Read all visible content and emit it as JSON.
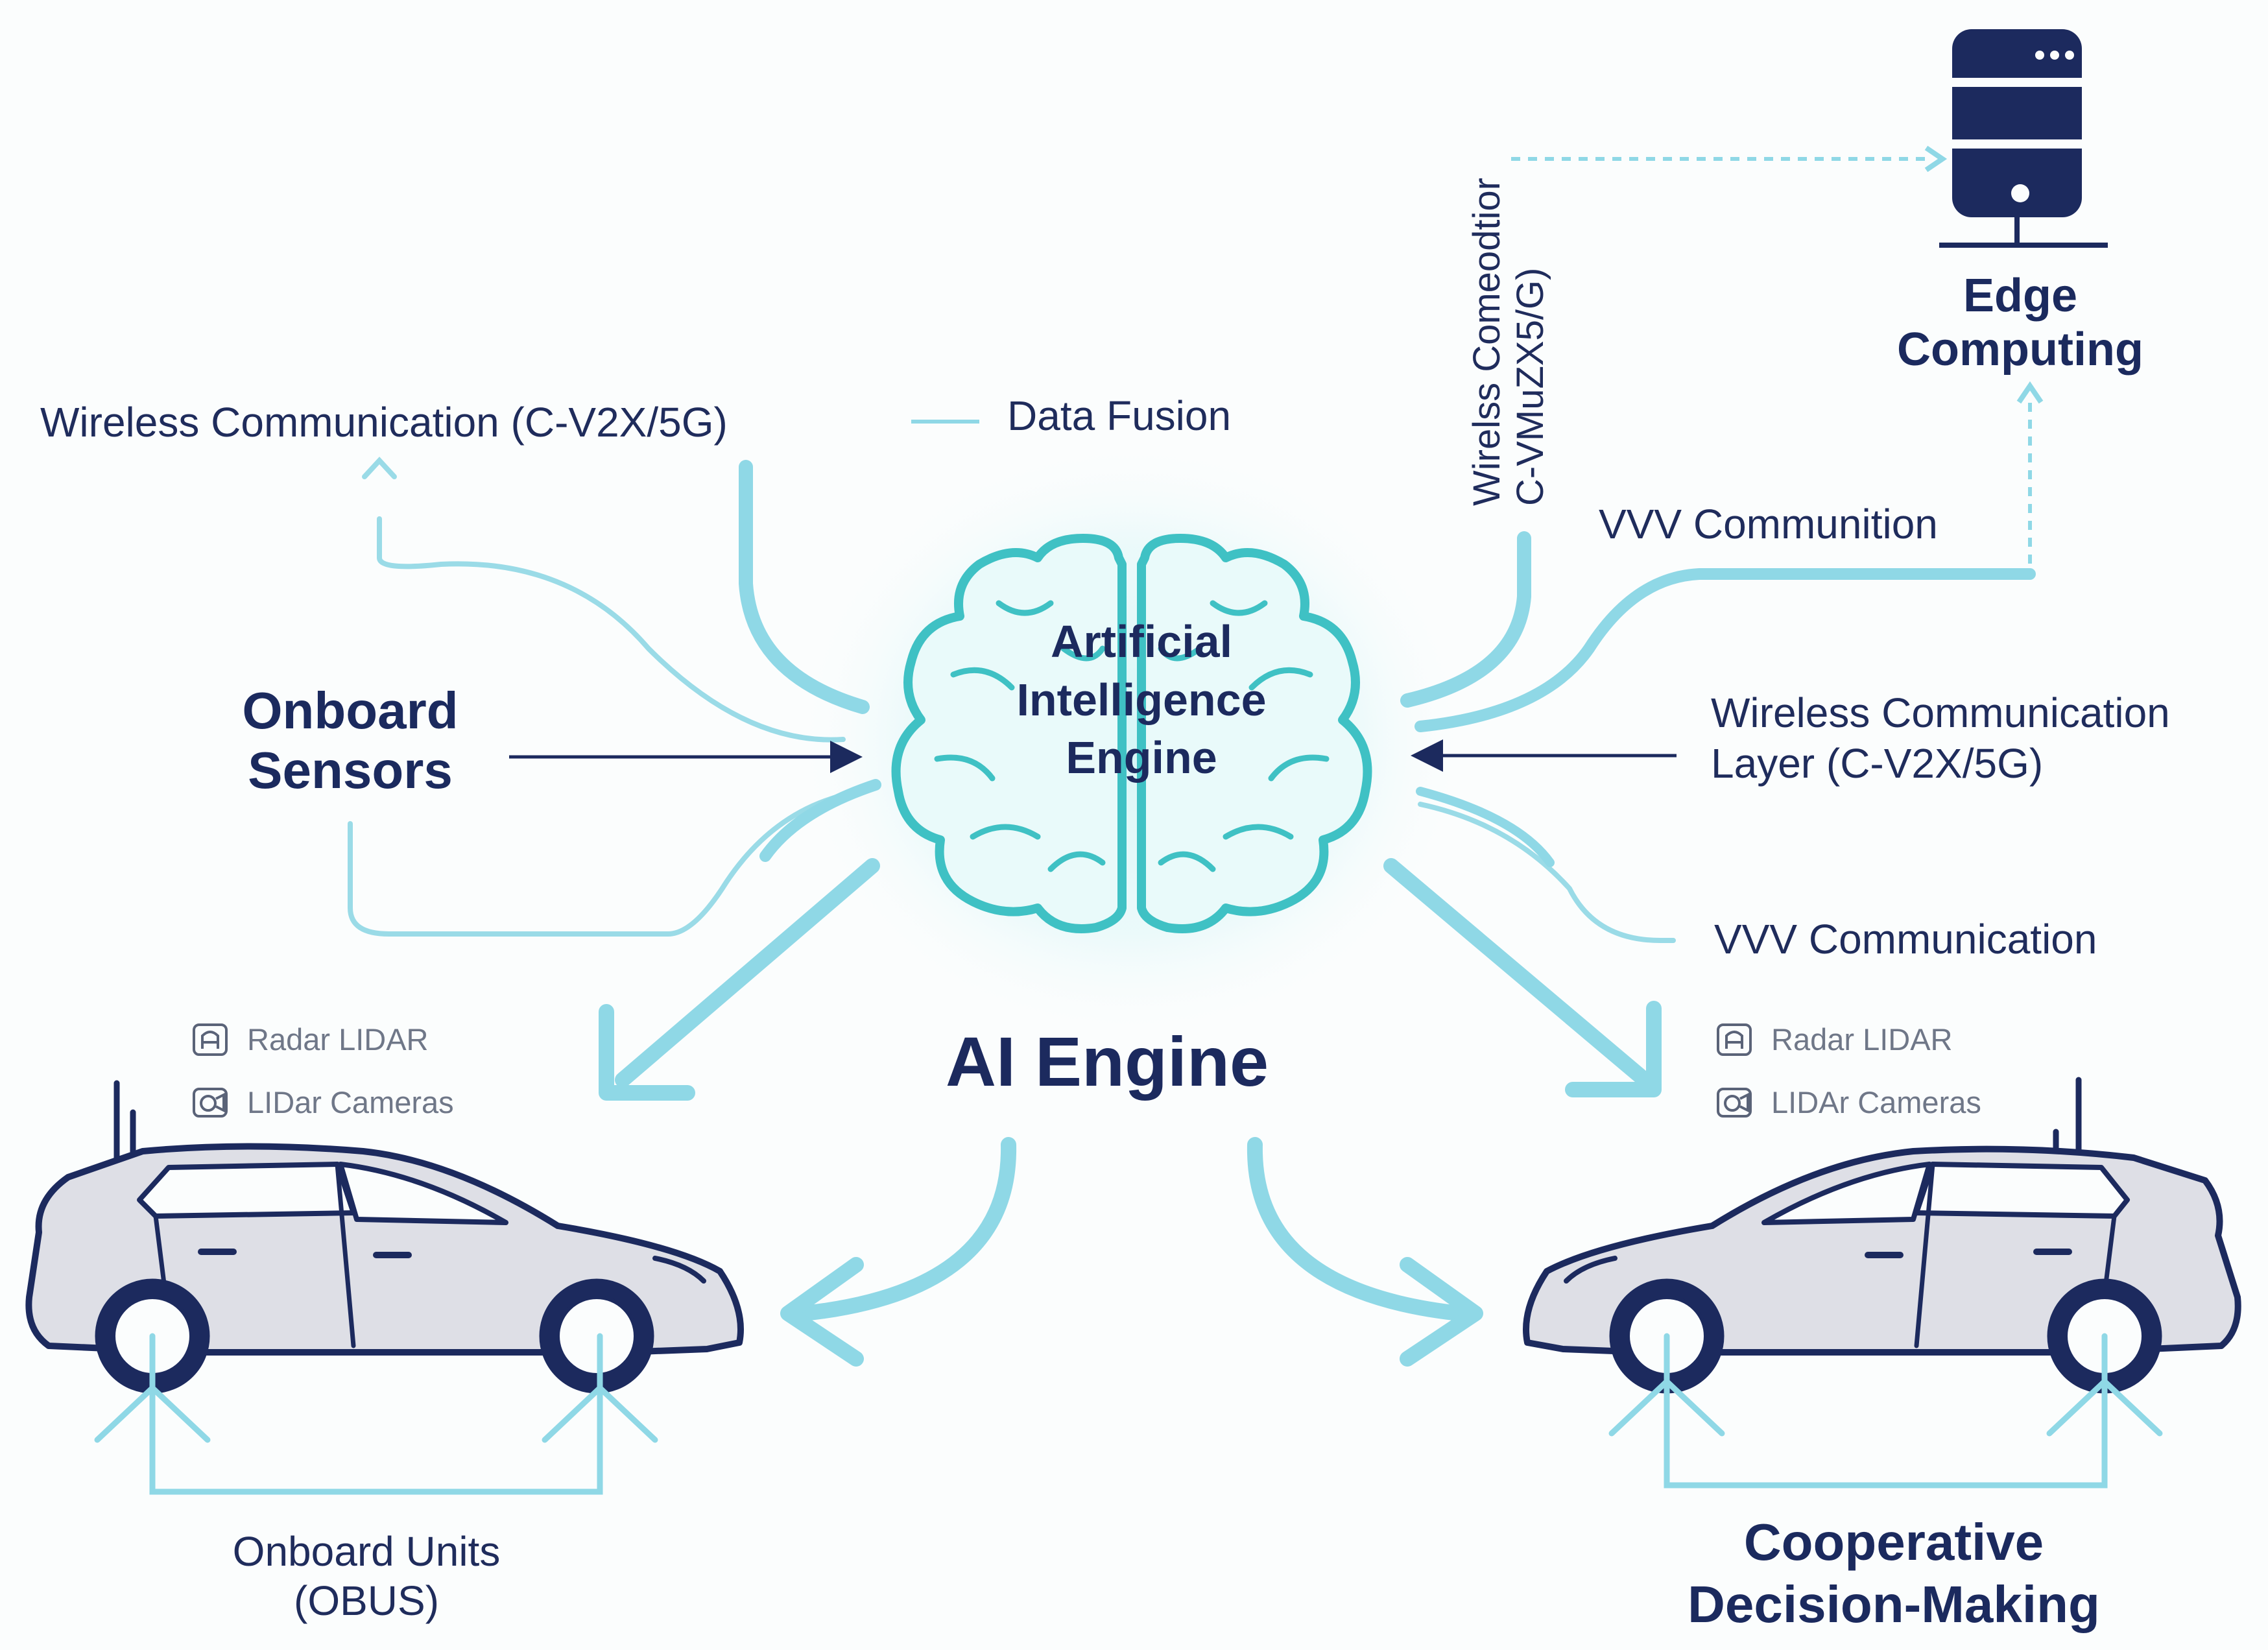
{
  "labels": {
    "wireless_comm_top": "Wireless Communication (C-V2X/5G)",
    "data_fusion": "Data Fusion",
    "wireless_connection_vertical_line1": "Wirelss Comeodtior",
    "wireless_connection_vertical_line2": "C-VMuZX5/G)",
    "edge_computing_line1": "Edge",
    "edge_computing_line2": "Computing",
    "vvv_communition": "VVV Communition",
    "onboard_sensors_line1": "Onboard",
    "onboard_sensors_line2": "Sensors",
    "ai_brain_line1": "Artificial",
    "ai_brain_line2": "Intelligence",
    "ai_brain_line3": "Engine",
    "wireless_layer_line1": "Wireless Communication",
    "wireless_layer_line2": "Layer (C-V2X/5G)",
    "vvv_communication": "VVV Communication",
    "ai_engine": "AI Engine",
    "onboard_units_line1": "Onboard Units",
    "onboard_units_line2": "(OBUS)",
    "cooperative_line1": "Cooperative",
    "cooperative_line2": "Decision-Making"
  },
  "left_car_sensors": [
    {
      "icon": "radar-icon",
      "text": "Radar  LIDAR"
    },
    {
      "icon": "camera-icon",
      "text": "LIDar Cameras"
    }
  ],
  "right_car_sensors": [
    {
      "icon": "radar-icon",
      "text": "Radar  LIDAR"
    },
    {
      "icon": "camera-icon",
      "text": "LIDAr Cameras"
    }
  ],
  "colors": {
    "navy": "#1c2a5e",
    "cyan_line": "#8fd8e6",
    "brain_stroke": "#3fc1c4",
    "car_body": "#dedfe6"
  }
}
